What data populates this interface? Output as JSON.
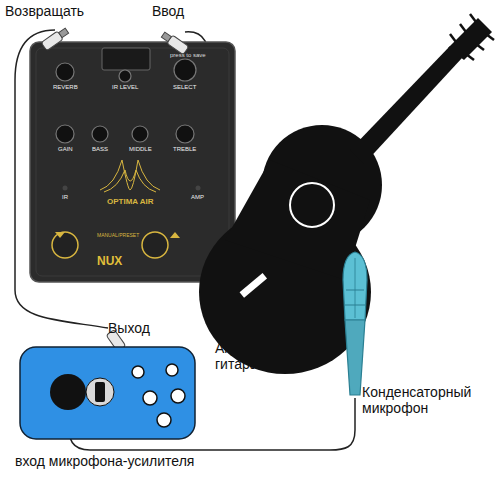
{
  "diagram": {
    "labels": [
      "Возвращать",
      "Ввод",
      "press to save",
      "REVERB",
      "IR LEVEL",
      "SELECT",
      "GAIN",
      "BASS",
      "MIDDLE",
      "TREBLE",
      "IR",
      "AMP",
      "OPTIMA AIR",
      "MANUAL/PRESET",
      "NUX",
      "Выход",
      "Акустическая гитара",
      "Конденсаторный микрофон",
      "вход микрофона-усилителя"
    ]
  }
}
